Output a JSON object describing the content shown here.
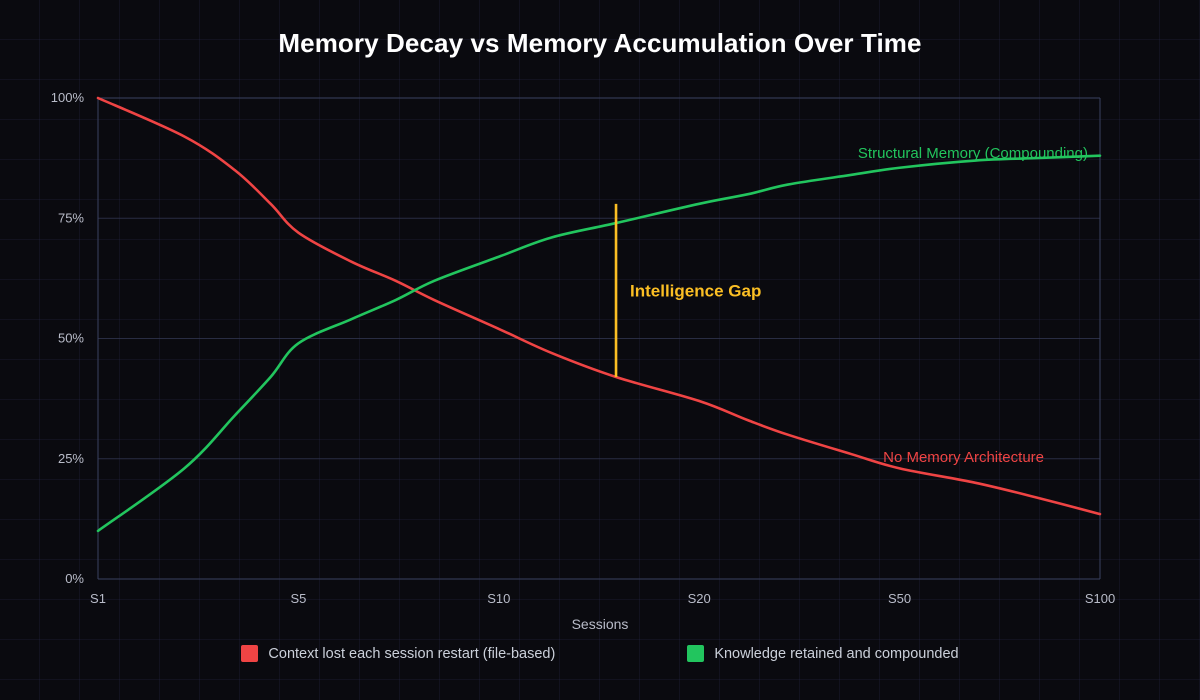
{
  "chart_data": {
    "type": "line",
    "title": "Memory Decay vs Memory Accumulation Over Time",
    "xlabel": "Sessions",
    "ylabel": "",
    "grid": true,
    "legend_position": "bottom",
    "ylim": [
      0,
      100
    ],
    "y_tick_labels": [
      "100%",
      "75%",
      "50%",
      "25%",
      "0%"
    ],
    "y_tick_values": [
      100,
      75,
      50,
      25,
      0
    ],
    "x_tick_labels": [
      "S1",
      "S5",
      "S10",
      "S20",
      "S50",
      "S100"
    ],
    "x_tick_values": [
      1,
      5,
      10,
      20,
      50,
      100
    ],
    "x": [
      1,
      2,
      3,
      4,
      5,
      6,
      7,
      8,
      10,
      12,
      15,
      20,
      25,
      30,
      40,
      50,
      65,
      80,
      100
    ],
    "series": [
      {
        "name": "No Memory Architecture",
        "color": "#ef4444",
        "legend_label": "Context lost each session restart (file-based)",
        "inline_label": "No Memory Architecture",
        "values": [
          100,
          92,
          85,
          78,
          72,
          66,
          62,
          58,
          52,
          47,
          42,
          37,
          33,
          30,
          26,
          23,
          20,
          17,
          13.5
        ]
      },
      {
        "name": "Structural Memory (Compounding)",
        "color": "#22c55e",
        "legend_label": "Knowledge retained and compounded",
        "inline_label": "Structural Memory (Compounding)",
        "values": [
          10,
          23,
          34,
          42,
          49,
          54,
          58,
          62,
          67,
          71,
          74,
          78,
          80,
          82,
          84,
          85.5,
          87,
          87.5,
          88
        ]
      }
    ],
    "annotations": [
      {
        "type": "vertical-span",
        "label": "Intelligence Gap",
        "color": "#fbbf24",
        "at_x": 15,
        "y_top": 78,
        "y_bottom": 42
      }
    ]
  }
}
